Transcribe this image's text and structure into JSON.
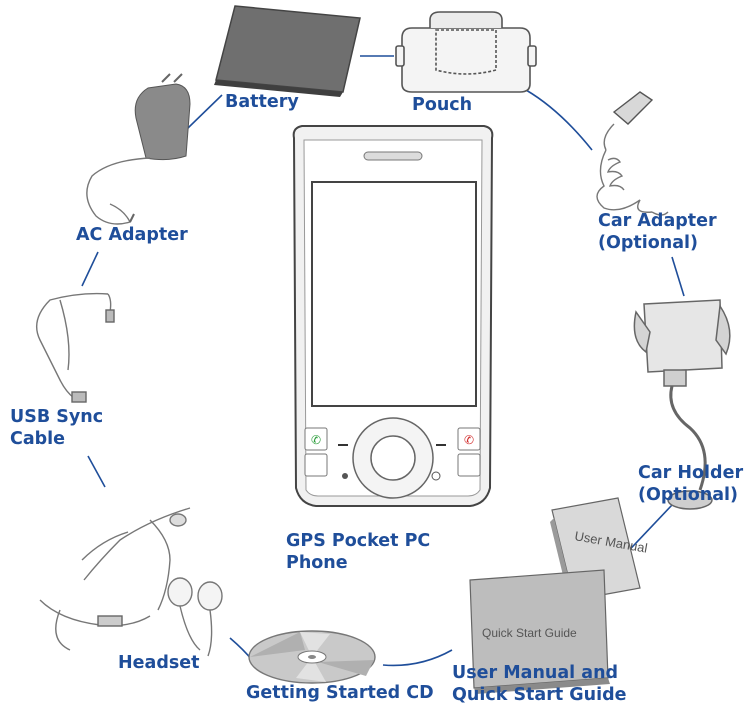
{
  "items": {
    "battery": {
      "label": "Battery"
    },
    "pouch": {
      "label": "Pouch"
    },
    "ac_adapter": {
      "label": "AC Adapter"
    },
    "car_adapter": {
      "line1": "Car Adapter",
      "line2": "(Optional)"
    },
    "usb_cable": {
      "line1": "USB Sync",
      "line2": "Cable"
    },
    "car_holder": {
      "line1": "Car Holder",
      "line2": "(Optional)"
    },
    "phone": {
      "line1": "GPS Pocket PC",
      "line2": "Phone"
    },
    "headset": {
      "label": "Headset"
    },
    "cd": {
      "label": "Getting Started CD"
    },
    "manuals": {
      "line1": "User Manual and",
      "line2": "Quick Start Guide"
    }
  },
  "booklet_text": {
    "user_manual": "User Manual",
    "quick_start": "Quick Start Guide"
  },
  "colors": {
    "label": "#1f4e9a",
    "connector": "#1f4e9a",
    "line_art": "#555555"
  }
}
